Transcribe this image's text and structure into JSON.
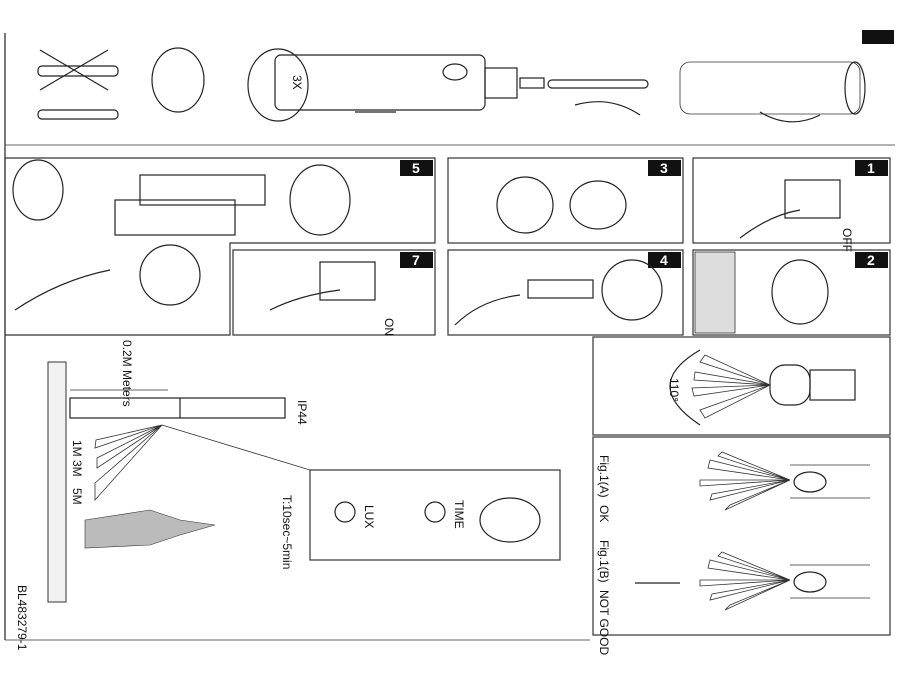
{
  "steps": {
    "s1": "1",
    "s2": "2",
    "s3": "3",
    "s4": "4",
    "s5": "5",
    "s7": "7"
  },
  "labels": {
    "off": "OFF",
    "on": "ON",
    "x3": "3X",
    "height": "0.2M Meters",
    "ip": "IP44",
    "d1": "1M",
    "d3": "3M",
    "d5": "5M",
    "time_range": "T:10sec~5min",
    "time": "TIME",
    "lux": "LUX",
    "angle": "110°",
    "figA": "Fig.1(A)",
    "ok": "OK",
    "figB": "Fig.1(B)",
    "notgood": "NOT GOOD",
    "code": "BL483279-1"
  }
}
